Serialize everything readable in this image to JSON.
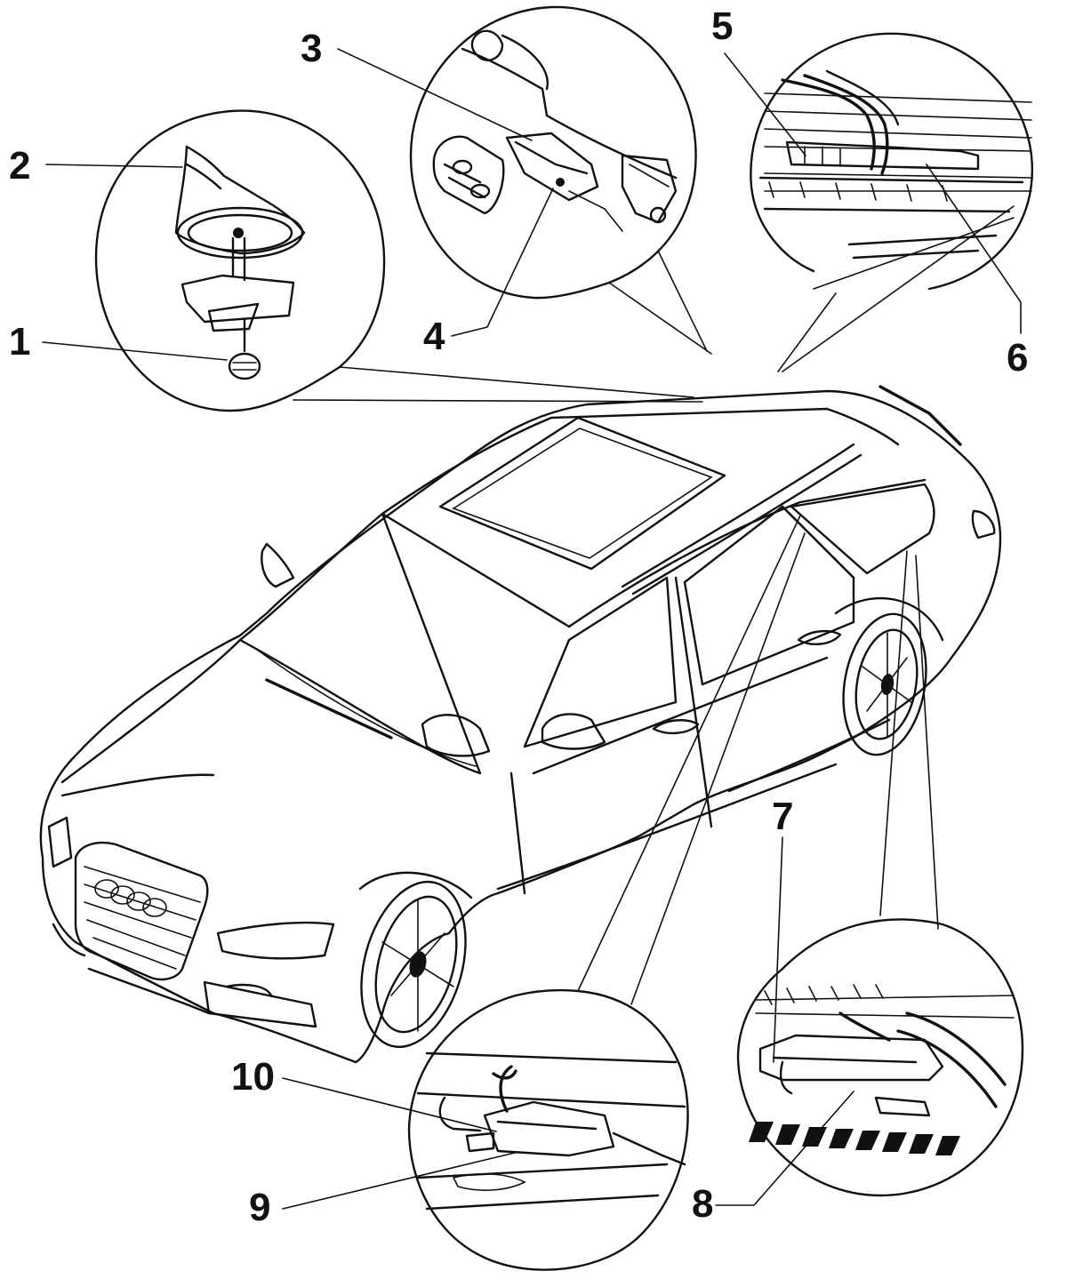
{
  "diagram": {
    "callouts": [
      "1",
      "2",
      "3",
      "4",
      "5",
      "6",
      "7",
      "8",
      "9",
      "10"
    ]
  },
  "colors": {
    "ink": "#111111",
    "background": "#ffffff"
  },
  "icons": {
    "vehicle": "car-line-drawing-icon",
    "roof_antenna": "roof-fin-antenna-icon",
    "amplifier": "antenna-amplifier-icon",
    "wiring": "cable-harness-icon"
  }
}
